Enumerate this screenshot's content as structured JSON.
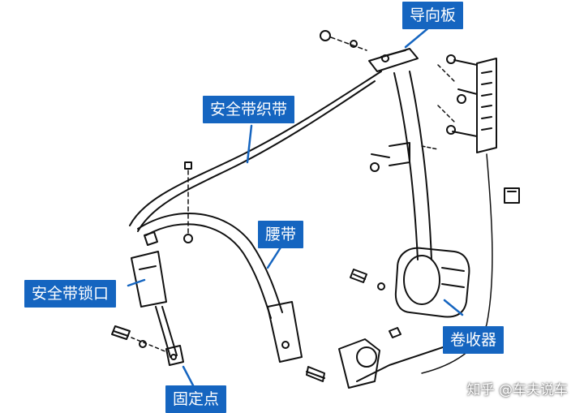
{
  "labels": {
    "guide_plate": "导向板",
    "webbing": "安全带织带",
    "lap_belt": "腰带",
    "buckle": "安全带锁口",
    "anchor_point": "固定点",
    "retractor": "卷收器"
  },
  "watermark": "知乎 @车夫说车",
  "colors": {
    "label_bg": "#1565c0",
    "label_text": "#ffffff",
    "line_art": "#111111"
  }
}
